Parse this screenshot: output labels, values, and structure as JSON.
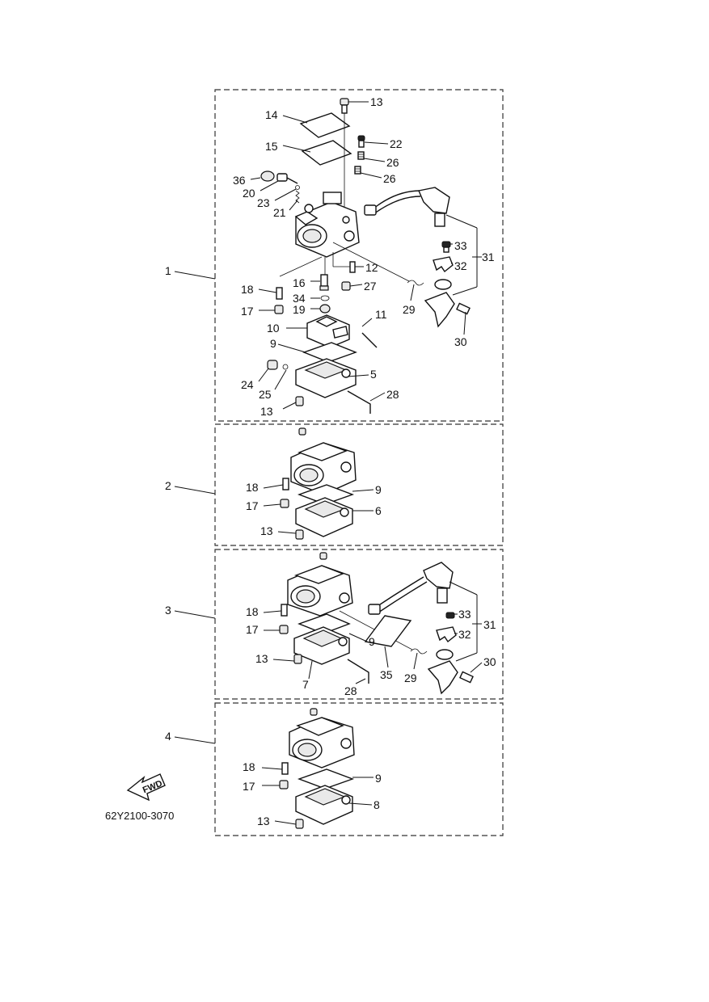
{
  "diagram": {
    "part_code": "62Y2100-3070",
    "fwd_label": "FWD",
    "groups": [
      {
        "id": "1",
        "label": "1"
      },
      {
        "id": "2",
        "label": "2"
      },
      {
        "id": "3",
        "label": "3"
      },
      {
        "id": "4",
        "label": "4"
      }
    ],
    "callouts": {
      "g1": [
        "13",
        "14",
        "22",
        "15",
        "26",
        "26",
        "36",
        "20",
        "23",
        "21",
        "33",
        "32",
        "31",
        "12",
        "16",
        "27",
        "18",
        "34",
        "29",
        "17",
        "19",
        "30",
        "11",
        "10",
        "9",
        "5",
        "24",
        "25",
        "28",
        "13"
      ],
      "g2": [
        "18",
        "9",
        "17",
        "6",
        "13"
      ],
      "g3": [
        "18",
        "33",
        "31",
        "17",
        "32",
        "9",
        "30",
        "13",
        "35",
        "29",
        "7",
        "28"
      ],
      "g4": [
        "18",
        "9",
        "17",
        "8",
        "13"
      ]
    }
  }
}
